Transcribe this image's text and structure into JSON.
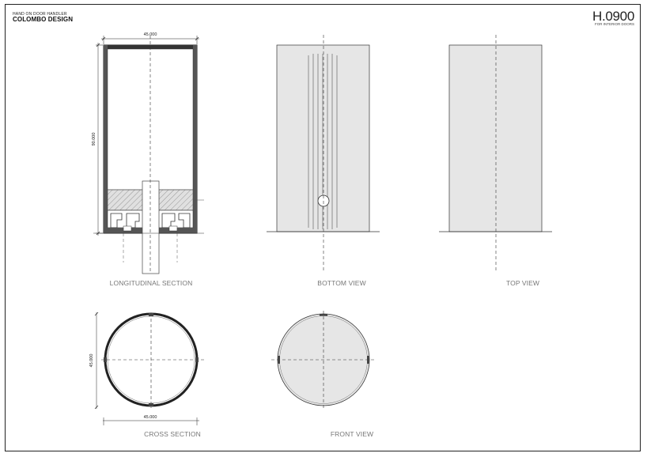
{
  "sheet": {
    "subtitle": "HAND ON DOOR HANDLER",
    "brand": "COLOMBO DESIGN",
    "code": "H.0900",
    "code_subtitle": "FOR INTERIOR DOORS"
  },
  "views": {
    "longitudinal_section": "LONGITUDINAL SECTION",
    "bottom_view": "BOTTOM VIEW",
    "top_view": "TOP VIEW",
    "cross_section": "CROSS SECTION",
    "front_view": "FRONT VIEW"
  },
  "dimensions": {
    "width_top": "45.000",
    "height": "90.000",
    "width_bottom": "45.000",
    "diameter": "45.000"
  }
}
